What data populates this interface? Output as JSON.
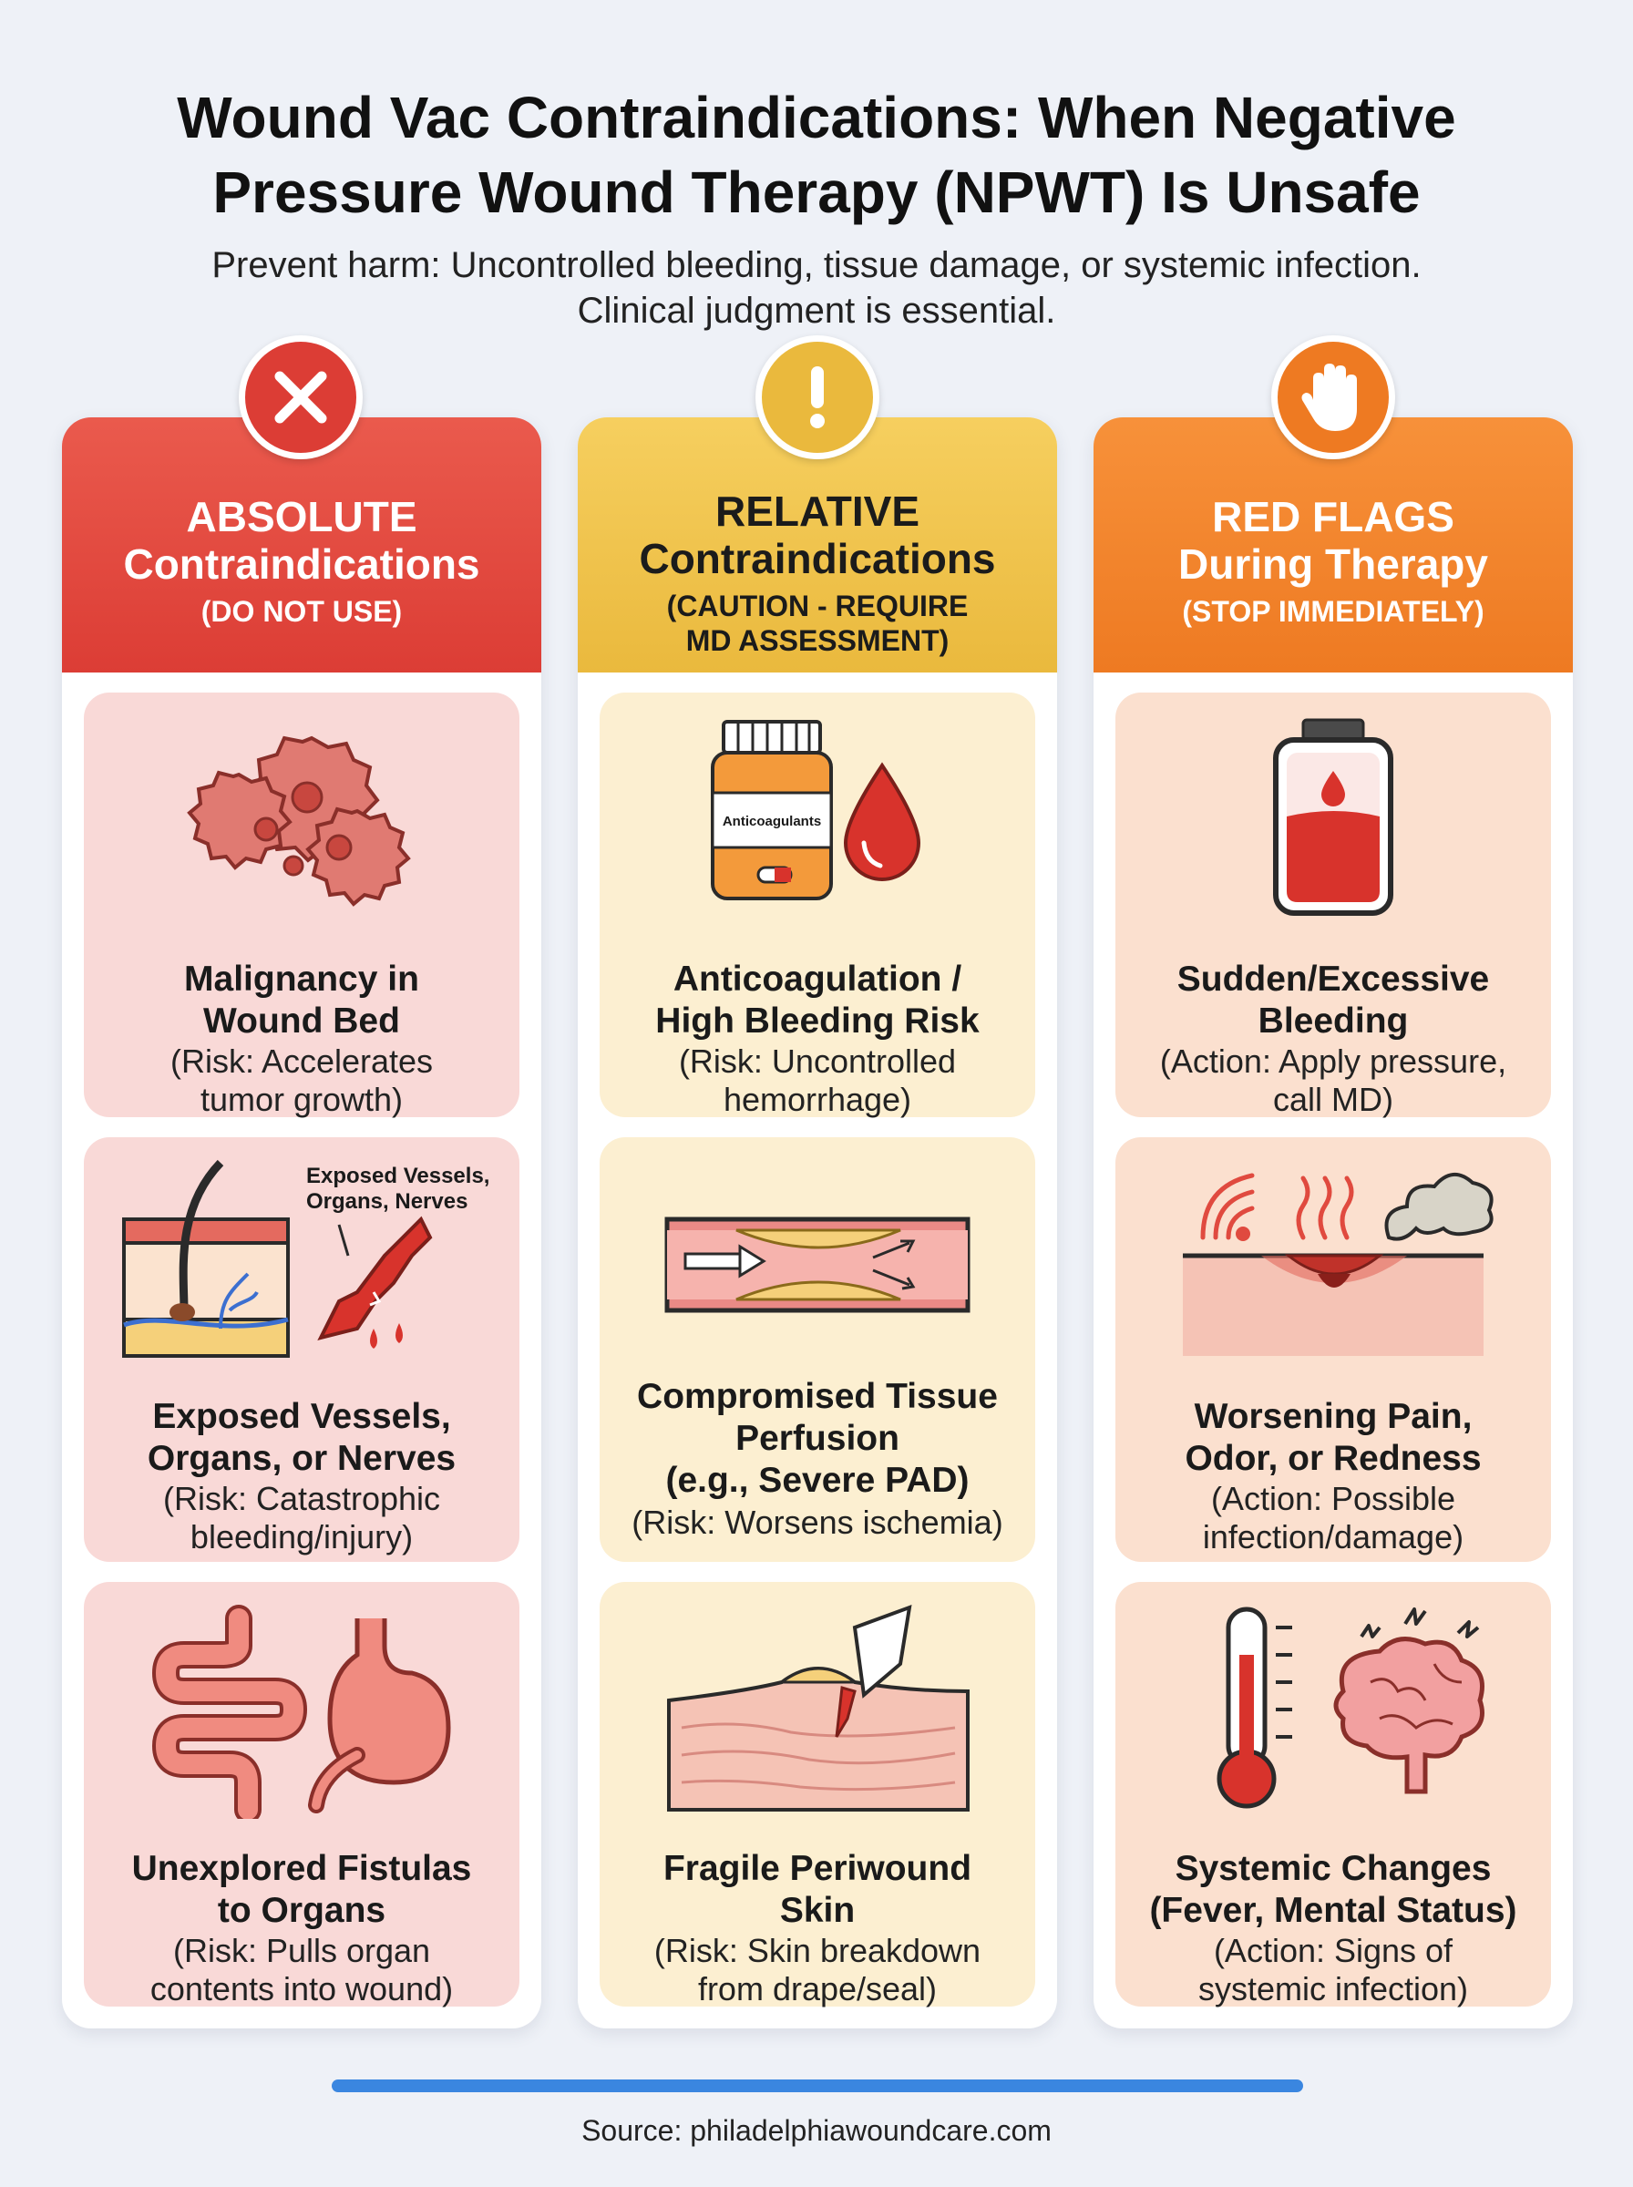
{
  "title_line1": "Wound Vac Contraindications: When Negative",
  "title_line2": "Pressure Wound Therapy (NPWT) Is Unsafe",
  "subtitle_line1": "Prevent harm: Uncontrolled bleeding, tissue damage, or systemic infection.",
  "subtitle_line2": "Clinical judgment is essential.",
  "columns": {
    "absolute": {
      "header_line1": "ABSOLUTE",
      "header_line2": "Contraindications",
      "header_note": "(DO NOT USE)",
      "badge_icon": "x-icon",
      "color": "#dc3d35",
      "cards": [
        {
          "title_line1": "Malignancy in",
          "title_line2": "Wound Bed",
          "note_line1": "(Risk: Accelerates",
          "note_line2": "tumor growth)",
          "icon": "malignant-cells-icon"
        },
        {
          "title_line1": "Exposed Vessels,",
          "title_line2": "Organs, or Nerves",
          "note_line1": "(Risk: Catastrophic",
          "note_line2": "bleeding/injury)",
          "icon": "exposed-vessel-icon",
          "callout_line1": "Exposed Vessels,",
          "callout_line2": "Organs, Nerves"
        },
        {
          "title_line1": "Unexplored Fistulas",
          "title_line2": "to Organs",
          "note_line1": "(Risk: Pulls organ",
          "note_line2": "contents into wound)",
          "icon": "intestine-stomach-icon"
        }
      ]
    },
    "relative": {
      "header_line1": "RELATIVE",
      "header_line2": "Contraindications",
      "header_note_line1": "(CAUTION - REQUIRE",
      "header_note_line2": "MD ASSESSMENT)",
      "badge_icon": "exclamation-icon",
      "color": "#eab93d",
      "cards": [
        {
          "title_line1": "Anticoagulation /",
          "title_line2": "High Bleeding Risk",
          "note_line1": "(Risk: Uncontrolled",
          "note_line2": "hemorrhage)",
          "icon": "pill-bottle-blood-drop-icon",
          "bottle_label": "Anticoagulants"
        },
        {
          "title_line1": "Compromised Tissue",
          "title_line2": "Perfusion",
          "title_line3": "(e.g., Severe PAD)",
          "note_line1": "(Risk: Worsens ischemia)",
          "icon": "narrowed-artery-icon"
        },
        {
          "title_line1": "Fragile Periwound",
          "title_line2": "Skin",
          "note_line1": "(Risk: Skin breakdown",
          "note_line2": "from drape/seal)",
          "icon": "skin-drape-tear-icon"
        }
      ]
    },
    "redflags": {
      "header_line1": "RED FLAGS",
      "header_line2": "During Therapy",
      "header_note": "(STOP IMMEDIATELY)",
      "badge_icon": "stop-hand-icon",
      "color": "#ee7a22",
      "cards": [
        {
          "title_line1": "Sudden/Excessive",
          "title_line2": "Bleeding",
          "note_line1": "(Action: Apply pressure,",
          "note_line2": "call MD)",
          "icon": "blood-canister-icon"
        },
        {
          "title_line1": "Worsening Pain,",
          "title_line2": "Odor, or Redness",
          "note_line1": "(Action: Possible",
          "note_line2": "infection/damage)",
          "icon": "inflamed-wound-icon"
        },
        {
          "title_line1": "Systemic Changes",
          "title_line2": "(Fever, Mental Status)",
          "note_line1": "(Action: Signs of",
          "note_line2": "systemic infection)",
          "icon": "thermometer-brain-icon"
        }
      ]
    }
  },
  "source": "Source: philadelphiawoundcare.com"
}
